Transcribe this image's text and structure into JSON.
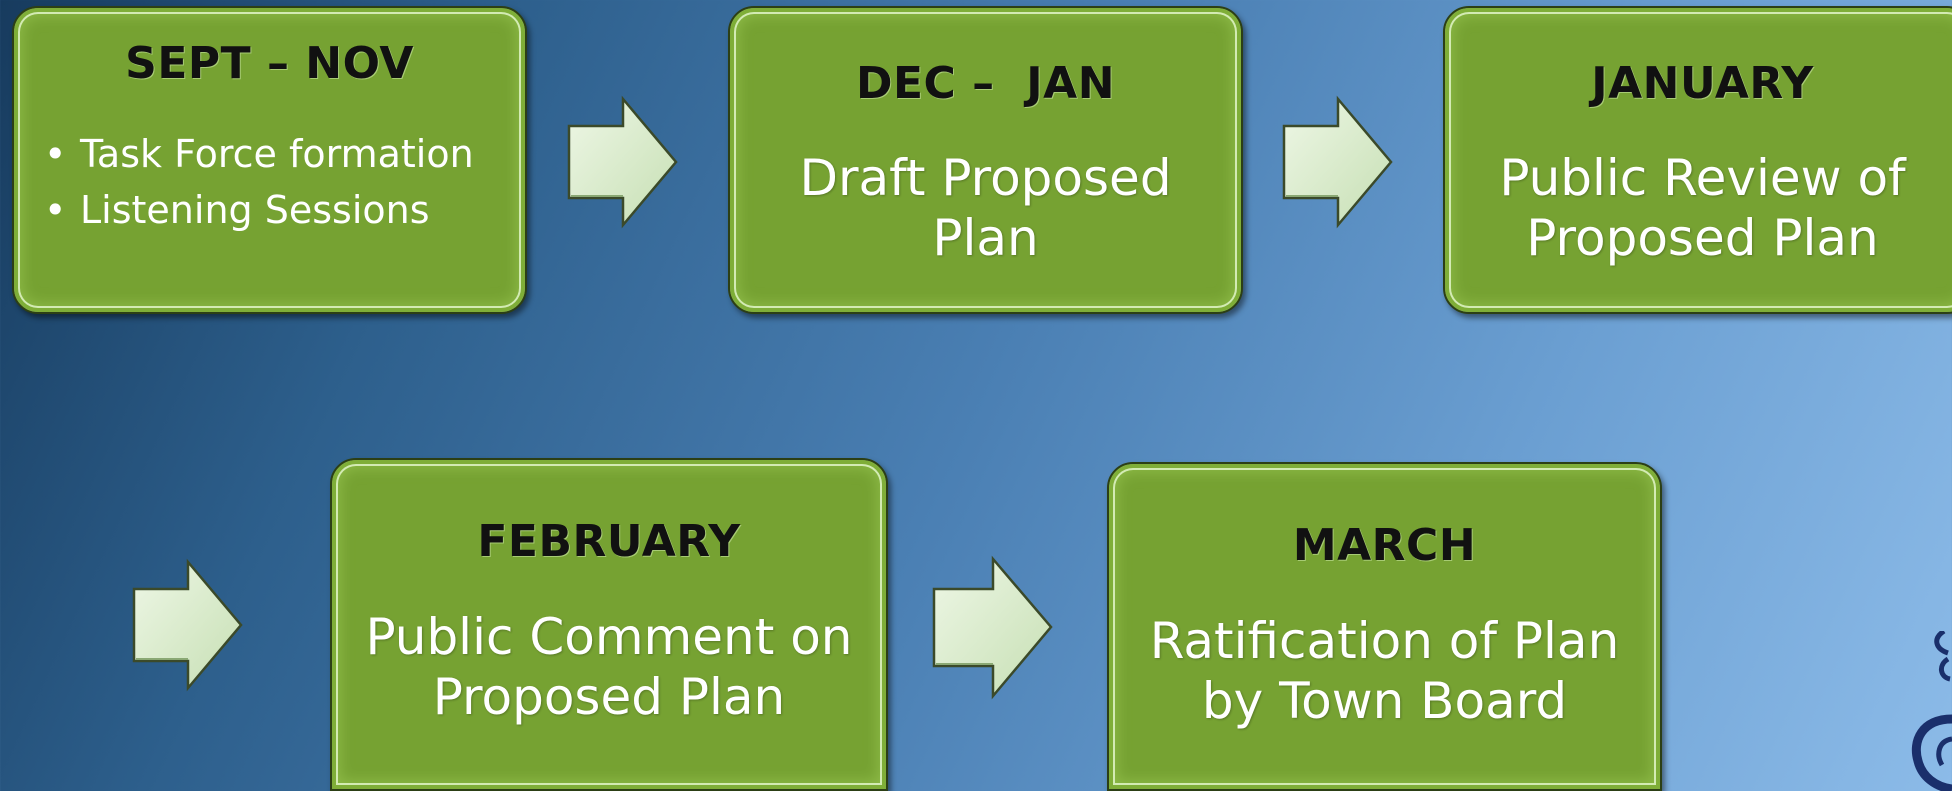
{
  "steps": [
    {
      "title": "SEPT – NOV",
      "bullets": [
        "Task Force formation",
        "Listening Sessions"
      ]
    },
    {
      "title": "DEC –  JAN",
      "lines": [
        "Draft Proposed",
        "Plan"
      ]
    },
    {
      "title": "JANUARY",
      "lines": [
        "Public Review of",
        "Proposed Plan"
      ]
    },
    {
      "title": "FEBRUARY",
      "lines": [
        "Public Comment on",
        "Proposed Plan"
      ]
    },
    {
      "title": "MARCH",
      "lines": [
        "Ratification of Plan",
        "by Town Board"
      ]
    }
  ],
  "colors": {
    "box_fill": "#76a232",
    "box_border": "#2c3f15",
    "arrow_fill": "#d8ebc8",
    "title_text": "#111111",
    "body_text": "#ffffff",
    "background_dark": "#173b5e",
    "background_light": "#8cbbe8"
  },
  "icons": {
    "arrow": "right-arrow-icon",
    "corner": "decorative-swirl-icon"
  }
}
